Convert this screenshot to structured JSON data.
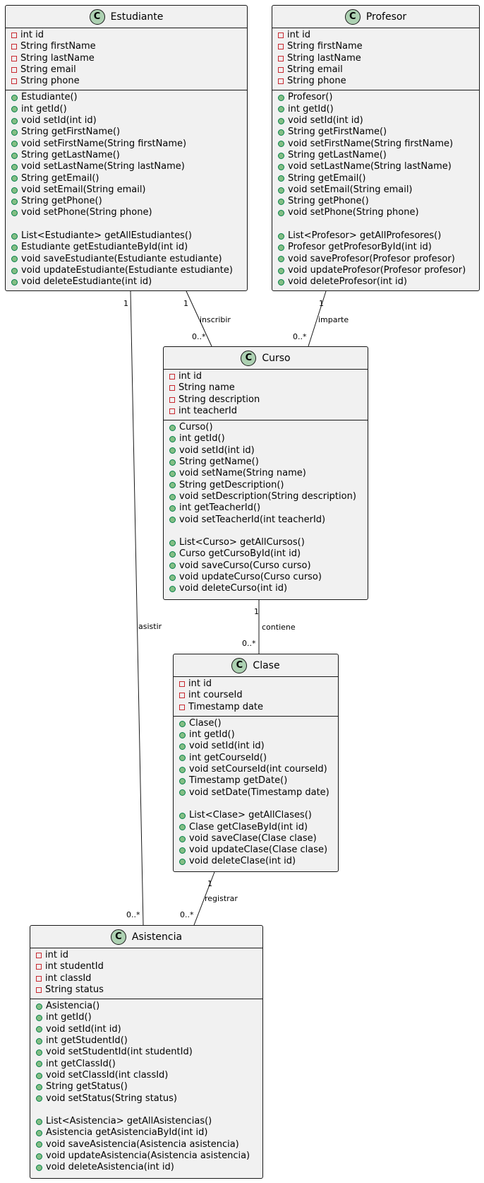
{
  "classes": [
    {
      "name": "Estudiante",
      "stereotype_icon": "C",
      "attributes": [
        {
          "vis": "private",
          "text": "int id"
        },
        {
          "vis": "private",
          "text": "String firstName"
        },
        {
          "vis": "private",
          "text": "String lastName"
        },
        {
          "vis": "private",
          "text": "String email"
        },
        {
          "vis": "private",
          "text": "String phone"
        }
      ],
      "methods": [
        "Estudiante()",
        "int getId()",
        "void setId(int id)",
        "String getFirstName()",
        "void setFirstName(String firstName)",
        "String getLastName()",
        "void setLastName(String lastName)",
        "String getEmail()",
        "void setEmail(String email)",
        "String getPhone()",
        "void setPhone(String phone)",
        "",
        "List<Estudiante> getAllEstudiantes()",
        "Estudiante getEstudianteById(int id)",
        "void saveEstudiante(Estudiante estudiante)",
        "void updateEstudiante(Estudiante estudiante)",
        "void deleteEstudiante(int id)"
      ]
    },
    {
      "name": "Profesor",
      "stereotype_icon": "C",
      "attributes": [
        {
          "vis": "private",
          "text": "int id"
        },
        {
          "vis": "private",
          "text": "String firstName"
        },
        {
          "vis": "private",
          "text": "String lastName"
        },
        {
          "vis": "private",
          "text": "String email"
        },
        {
          "vis": "private",
          "text": "String phone"
        }
      ],
      "methods": [
        "Profesor()",
        "int getId()",
        "void setId(int id)",
        "String getFirstName()",
        "void setFirstName(String firstName)",
        "String getLastName()",
        "void setLastName(String lastName)",
        "String getEmail()",
        "void setEmail(String email)",
        "String getPhone()",
        "void setPhone(String phone)",
        "",
        "List<Profesor> getAllProfesores()",
        "Profesor getProfesorById(int id)",
        "void saveProfesor(Profesor profesor)",
        "void updateProfesor(Profesor profesor)",
        "void deleteProfesor(int id)"
      ]
    },
    {
      "name": "Curso",
      "stereotype_icon": "C",
      "attributes": [
        {
          "vis": "private",
          "text": "int id"
        },
        {
          "vis": "private",
          "text": "String name"
        },
        {
          "vis": "private",
          "text": "String description"
        },
        {
          "vis": "private",
          "text": "int teacherId"
        }
      ],
      "methods": [
        "Curso()",
        "int getId()",
        "void setId(int id)",
        "String getName()",
        "void setName(String name)",
        "String getDescription()",
        "void setDescription(String description)",
        "int getTeacherId()",
        "void setTeacherId(int teacherId)",
        "",
        "List<Curso> getAllCursos()",
        "Curso getCursoById(int id)",
        "void saveCurso(Curso curso)",
        "void updateCurso(Curso curso)",
        "void deleteCurso(int id)"
      ]
    },
    {
      "name": "Clase",
      "stereotype_icon": "C",
      "attributes": [
        {
          "vis": "private",
          "text": "int id"
        },
        {
          "vis": "private",
          "text": "int courseId"
        },
        {
          "vis": "private",
          "text": "Timestamp date"
        }
      ],
      "methods": [
        "Clase()",
        "int getId()",
        "void setId(int id)",
        "int getCourseId()",
        "void setCourseId(int courseId)",
        "Timestamp getDate()",
        "void setDate(Timestamp date)",
        "",
        "List<Clase> getAllClases()",
        "Clase getClaseById(int id)",
        "void saveClase(Clase clase)",
        "void updateClase(Clase clase)",
        "void deleteClase(int id)"
      ]
    },
    {
      "name": "Asistencia",
      "stereotype_icon": "C",
      "attributes": [
        {
          "vis": "private",
          "text": "int id"
        },
        {
          "vis": "private",
          "text": "int studentId"
        },
        {
          "vis": "private",
          "text": "int classId"
        },
        {
          "vis": "private",
          "text": "String status"
        }
      ],
      "methods": [
        "Asistencia()",
        "int getId()",
        "void setId(int id)",
        "int getStudentId()",
        "void setStudentId(int studentId)",
        "int getClassId()",
        "void setClassId(int classId)",
        "String getStatus()",
        "void setStatus(String status)",
        "",
        "List<Asistencia> getAllAsistencias()",
        "Asistencia getAsistenciaById(int id)",
        "void saveAsistencia(Asistencia asistencia)",
        "void updateAsistencia(Asistencia asistencia)",
        "void deleteAsistencia(int id)"
      ]
    }
  ],
  "relations": [
    {
      "from": "Estudiante",
      "to": "Curso",
      "label": "inscribir",
      "from_mult": "1",
      "to_mult": "0..*"
    },
    {
      "from": "Profesor",
      "to": "Curso",
      "label": "imparte",
      "from_mult": "1",
      "to_mult": "0..*"
    },
    {
      "from": "Curso",
      "to": "Clase",
      "label": "contiene",
      "from_mult": "1",
      "to_mult": "0..*"
    },
    {
      "from": "Estudiante",
      "to": "Asistencia",
      "label": "asistir",
      "from_mult": "1",
      "to_mult": "0..*"
    },
    {
      "from": "Clase",
      "to": "Asistencia",
      "label": "registrar",
      "from_mult": "1",
      "to_mult": "0..*"
    }
  ],
  "colors": {
    "class_fill": "#f1f1f1",
    "border": "#181818",
    "class_icon": "#add1b2",
    "private_marker": "#c82930",
    "public_marker": "#84be84"
  }
}
